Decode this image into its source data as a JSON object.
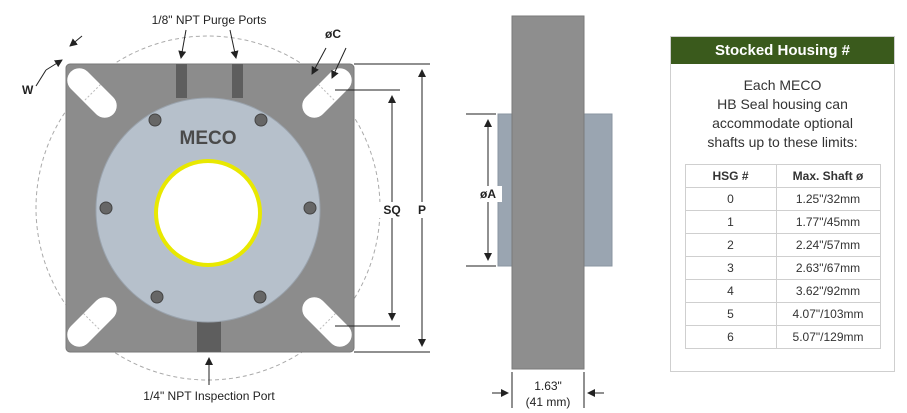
{
  "drawing": {
    "labels": {
      "purge_ports": "1/8\" NPT Purge Ports",
      "inspection_port": "1/4\" NPT Inspection Port",
      "w": "W",
      "c": "øC",
      "sq": "SQ",
      "p": "P",
      "a": "øA",
      "logo": "MECO",
      "width_in": "1.63\"",
      "width_mm": "(41 mm)"
    },
    "colors": {
      "plate": "#8c8c8c",
      "face": "#b6c0cb",
      "yellow_ring": "#e8e800",
      "slot": "#ffffff",
      "port": "#5e5e5e",
      "side_plate": "#8e8e8e",
      "side_body": "#9aa5b1"
    }
  },
  "panel": {
    "title": "Stocked Housing #",
    "description": [
      "Each MECO",
      "HB Seal housing can",
      "accommodate optional",
      "shafts up to these limits:"
    ],
    "table": {
      "headers": [
        "HSG #",
        "Max. Shaft ø"
      ],
      "rows": [
        [
          "0",
          "1.25\"/32mm"
        ],
        [
          "1",
          "1.77\"/45mm"
        ],
        [
          "2",
          "2.24\"/57mm"
        ],
        [
          "3",
          "2.63\"/67mm"
        ],
        [
          "4",
          "3.62\"/92mm"
        ],
        [
          "5",
          "4.07\"/103mm"
        ],
        [
          "6",
          "5.07\"/129mm"
        ]
      ]
    },
    "colors": {
      "title_bg": "#3a5a1c"
    }
  }
}
